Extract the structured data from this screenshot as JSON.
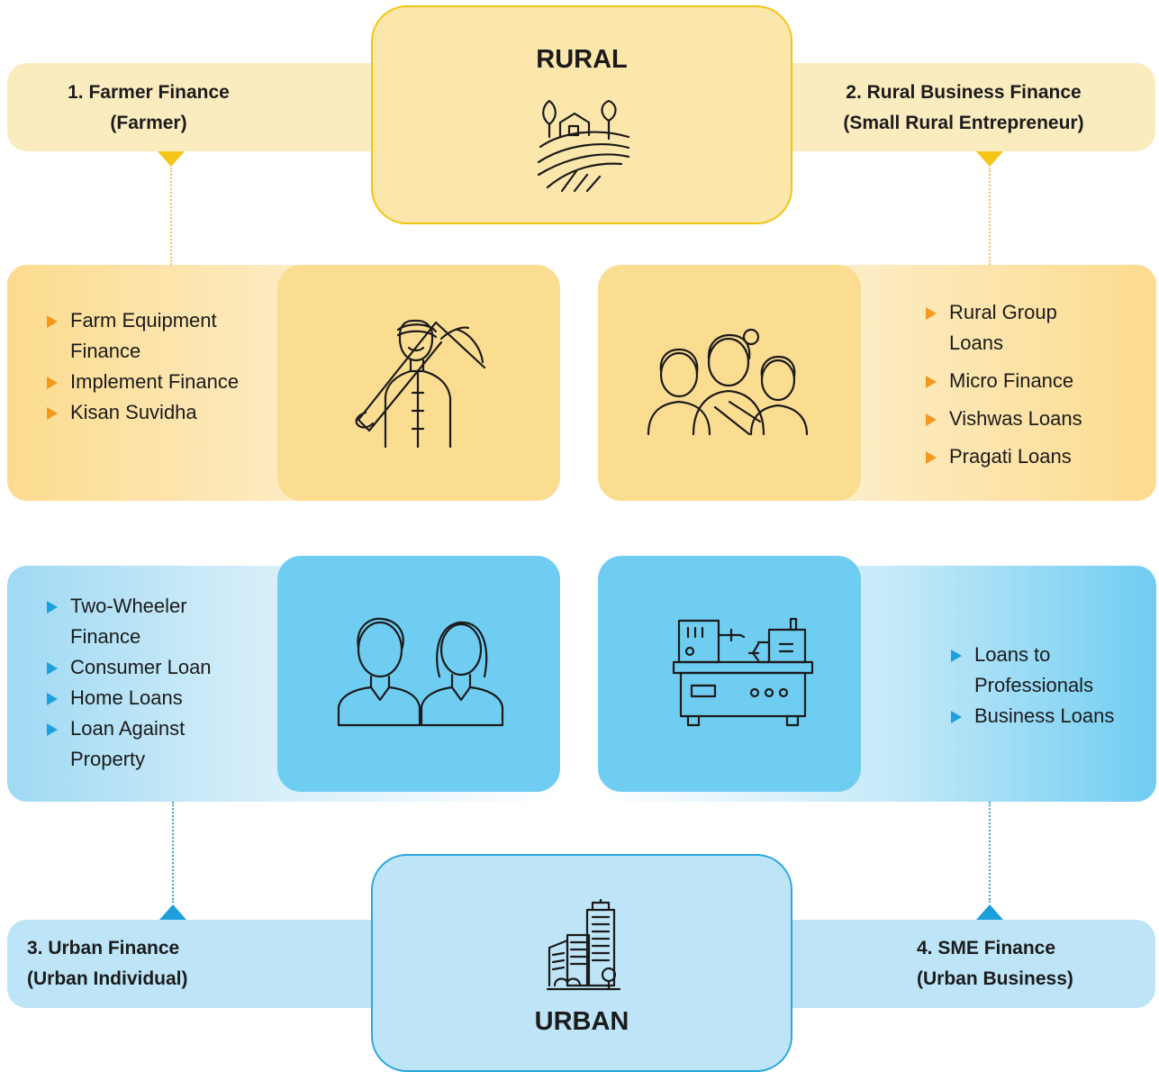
{
  "rural": {
    "title": "RURAL"
  },
  "urban": {
    "title": "URBAN"
  },
  "segments": {
    "farmer": {
      "line1": "1. Farmer Finance",
      "line2": "(Farmer)",
      "items": [
        "Farm Equipment Finance",
        "Implement Finance",
        "Kisan Suvidha"
      ]
    },
    "rural_business": {
      "line1": "2. Rural Business Finance",
      "line2": "(Small Rural Entrepreneur)",
      "items": [
        "Rural Group Loans",
        "Micro Finance",
        "Vishwas Loans",
        "Pragati Loans"
      ]
    },
    "urban_finance": {
      "line1": "3. Urban Finance",
      "line2": "(Urban Individual)",
      "items": [
        "Two-Wheeler Finance",
        "Consumer Loan",
        "Home Loans",
        "Loan Against Property"
      ]
    },
    "sme": {
      "line1": "4. SME Finance",
      "line2": "(Urban Business)",
      "items": [
        "Loans to Professionals",
        "Business Loans"
      ]
    }
  },
  "icons": {
    "rural": "farm-landscape-icon",
    "farmer": "farmer-icon",
    "women_group": "women-group-icon",
    "couple": "couple-icon",
    "machine": "lathe-machine-icon",
    "city": "city-buildings-icon"
  },
  "colors": {
    "rural_bg": "#fbe6ac",
    "rural_border": "#f1c40f",
    "urban_bg": "#bde5f7",
    "urban_border": "#2aa7dd",
    "rural_bullet": "#f39a1e",
    "urban_bullet": "#1da1dc"
  }
}
